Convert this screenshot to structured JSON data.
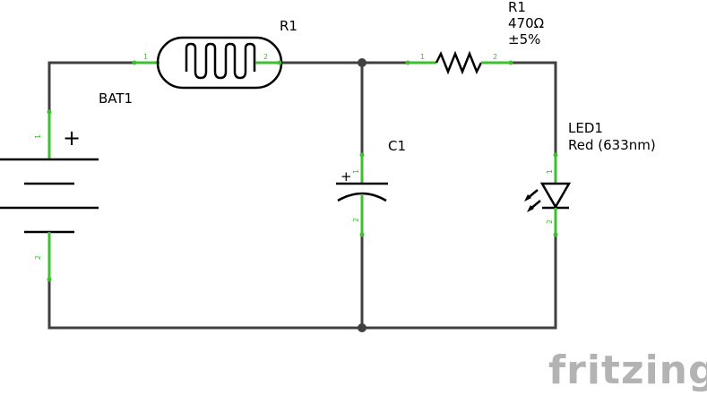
{
  "components": {
    "battery": {
      "ref": "BAT1",
      "plus_sign": "+",
      "pin1": "1",
      "pin2": "2"
    },
    "ldr": {
      "ref": "R1",
      "pin1": "1",
      "pin2": "2"
    },
    "resistor": {
      "ref": "R1",
      "value": "470Ω",
      "tolerance": "±5%",
      "pin1": "1",
      "pin2": "2"
    },
    "capacitor": {
      "ref": "C1",
      "plus_sign": "+",
      "pin1": "1",
      "pin2": "2"
    },
    "led": {
      "ref": "LED1",
      "color": "Red (633nm)",
      "pin1": "1",
      "pin2": "2"
    }
  },
  "branding": {
    "logo": "fritzing"
  },
  "colors": {
    "wire": "#404040",
    "pin": "#3dbf2f",
    "logo": "#b3b3b3"
  }
}
